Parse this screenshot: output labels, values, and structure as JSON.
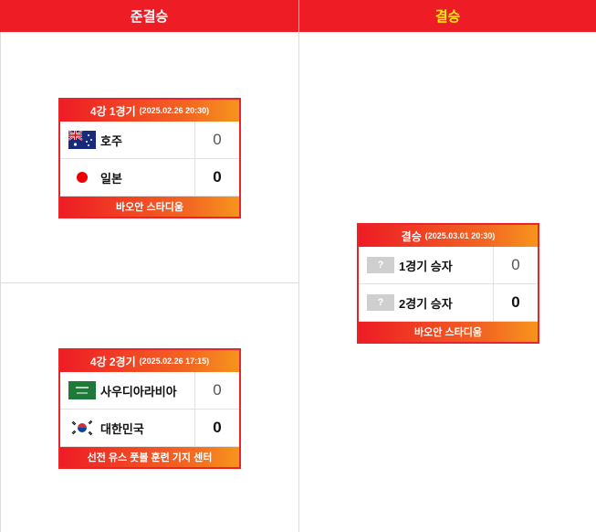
{
  "headers": {
    "semi": "준결승",
    "final": "결승"
  },
  "matches": {
    "semi1": {
      "title": "4강 1경기",
      "datetime": "(2025.02.26 20:30)",
      "team1": {
        "name": "호주",
        "score": "0",
        "flag": "australia-flag"
      },
      "team2": {
        "name": "일본",
        "score": "0",
        "flag": "japan-flag"
      },
      "venue": "바오안 스타디움"
    },
    "semi2": {
      "title": "4강 2경기",
      "datetime": "(2025.02.26 17:15)",
      "team1": {
        "name": "사우디아라비아",
        "score": "0",
        "flag": "saudi-arabia-flag"
      },
      "team2": {
        "name": "대한민국",
        "score": "0",
        "flag": "south-korea-flag"
      },
      "venue": "선전 유스 풋볼 훈련 기지 센터"
    },
    "final": {
      "title": "결승",
      "datetime": "(2025.03.01 20:30)",
      "team1": {
        "name": "1경기 승자",
        "score": "0",
        "flag": "unknown-flag",
        "flag_text": "?"
      },
      "team2": {
        "name": "2경기 승자",
        "score": "0",
        "flag": "unknown-flag",
        "flag_text": "?"
      },
      "venue": "바오안 스타디움"
    }
  },
  "colors": {
    "header_red": "#ee1c25",
    "final_header_text": "#fff200",
    "card_border": "#e8252b"
  }
}
